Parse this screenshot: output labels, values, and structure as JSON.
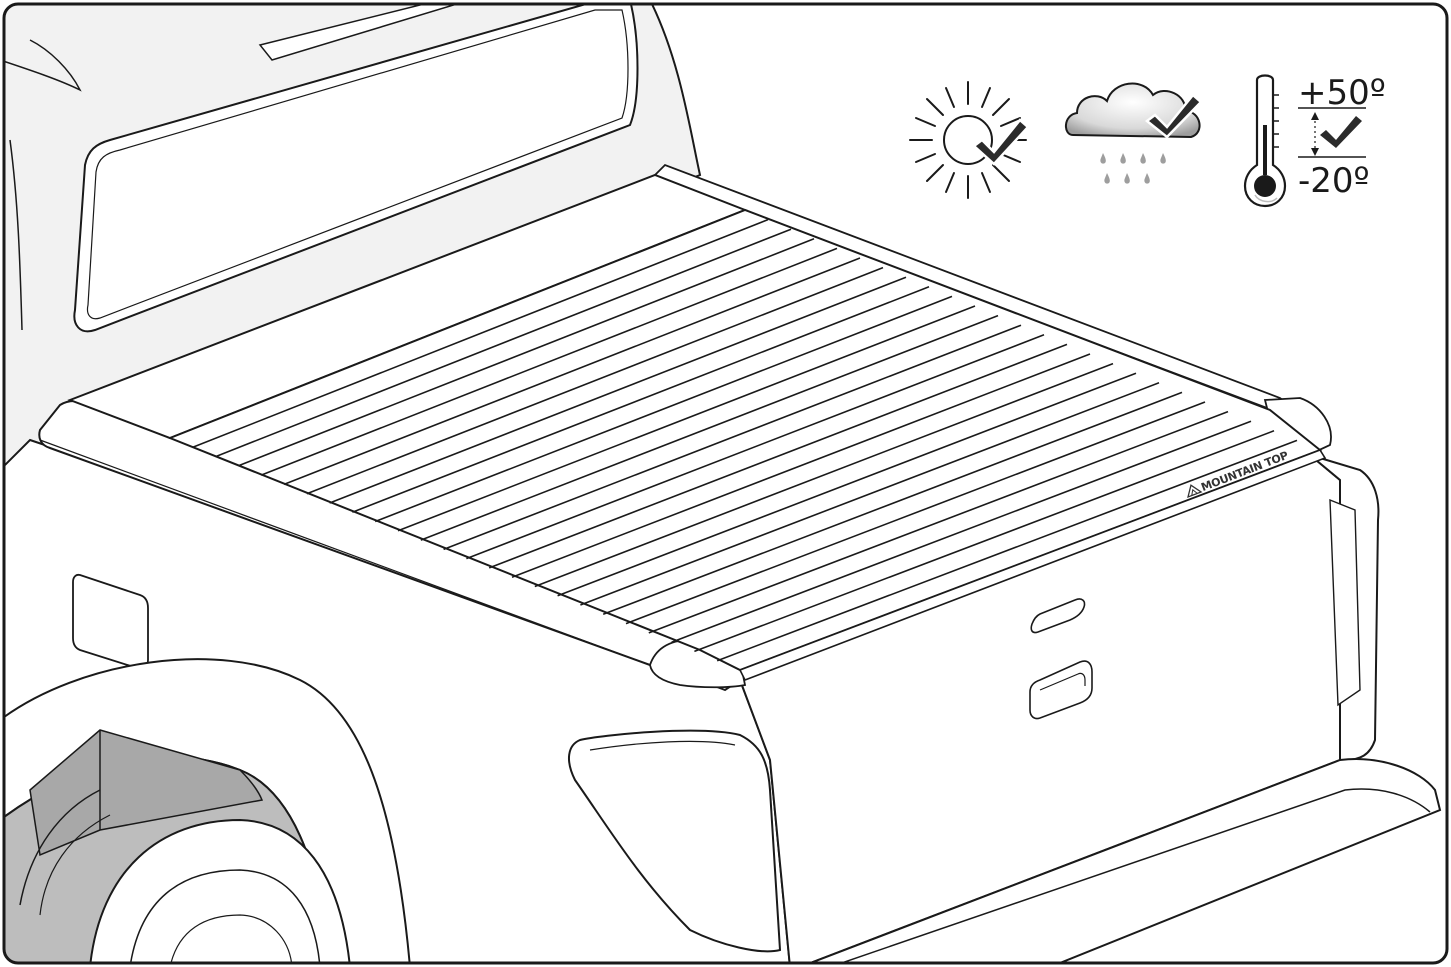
{
  "illustration": {
    "subject": "pickup truck with roller tonneau cover",
    "brand_label": "MOUNTAIN TOP"
  },
  "conditions": {
    "sun_icon": "sun-check-icon",
    "rain_icon": "rain-cloud-check-icon",
    "thermometer_icon": "thermometer-icon",
    "temperature_max": "+50º",
    "temperature_min": "-20º"
  },
  "colors": {
    "outline": "#1a1a1a",
    "body_fill": "#ffffff",
    "cab_fill": "#f2f2f2",
    "shadow_fill": "#bdbdbd",
    "icon_gray": "#9e9e9e",
    "check_dark": "#2b2b2b"
  }
}
